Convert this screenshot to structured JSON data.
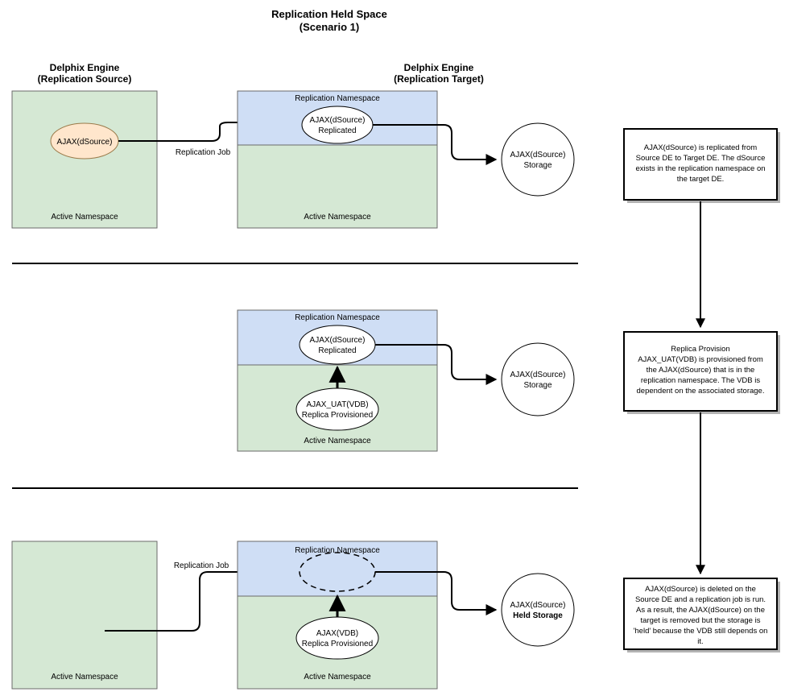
{
  "title": {
    "line1": "Replication Held Space",
    "line2": "(Scenario 1)"
  },
  "columns": {
    "source": {
      "line1": "Delphix Engine",
      "line2": "(Replication Source)"
    },
    "target": {
      "line1": "Delphix Engine",
      "line2": "(Replication Target)"
    }
  },
  "labels": {
    "active_namespace": "Active Namespace",
    "replication_namespace": "Replication Namespace",
    "replication_job": "Replication Job"
  },
  "rows": [
    {
      "id": "row-1",
      "source_node": {
        "line1": "AJAX(dSource)",
        "line2": ""
      },
      "replicated_node": {
        "line1": "AJAX(dSource)",
        "line2": "Replicated"
      },
      "vdb_node": null,
      "storage_node": {
        "line1": "AJAX(dSource)",
        "line2": "Storage",
        "bold_line2": false
      },
      "connector_label": "Replication Job",
      "annotation": [
        "AJAX(dSource) is replicated from",
        "Source DE to Target DE.  The dSource",
        "exists in the replication namespace on",
        "the target DE."
      ]
    },
    {
      "id": "row-2",
      "source_node": null,
      "replicated_node": {
        "line1": "AJAX(dSource)",
        "line2": "Replicated"
      },
      "vdb_node": {
        "line1": "AJAX_UAT(VDB)",
        "line2": "Replica Provisioned"
      },
      "storage_node": {
        "line1": "AJAX(dSource)",
        "line2": "Storage",
        "bold_line2": false
      },
      "connector_label": "",
      "annotation": [
        "Replica Provision",
        "AJAX_UAT(VDB) is provisioned from",
        "the AJAX(dSource) that is in the",
        "replication namespace.  The VDB is",
        "dependent on the associated storage."
      ]
    },
    {
      "id": "row-3",
      "source_node": null,
      "replicated_node": {
        "line1": "",
        "line2": "",
        "dashed": true
      },
      "vdb_node": {
        "line1": "AJAX(VDB)",
        "line2": "Replica Provisioned"
      },
      "storage_node": {
        "line1": "AJAX(dSource)",
        "line2": "Held Storage",
        "bold_line2": true
      },
      "connector_label": "Replication Job",
      "annotation": [
        "AJAX(dSource) is deleted on the",
        "Source DE and a replication job is run.",
        "As a result, the AJAX(dSource) on the",
        "target is removed but the storage is",
        "'held' because the VDB still depends on",
        "it."
      ]
    }
  ],
  "colors": {
    "active_namespace_fill": "#d5e8d4",
    "replication_namespace_fill": "#cfdef5",
    "dsource_fill": "#ffe6cc",
    "node_fill": "#ffffff",
    "stroke": "#000000",
    "panel_stroke": "#6a6a6a",
    "shadow": "#b3b3b3"
  }
}
